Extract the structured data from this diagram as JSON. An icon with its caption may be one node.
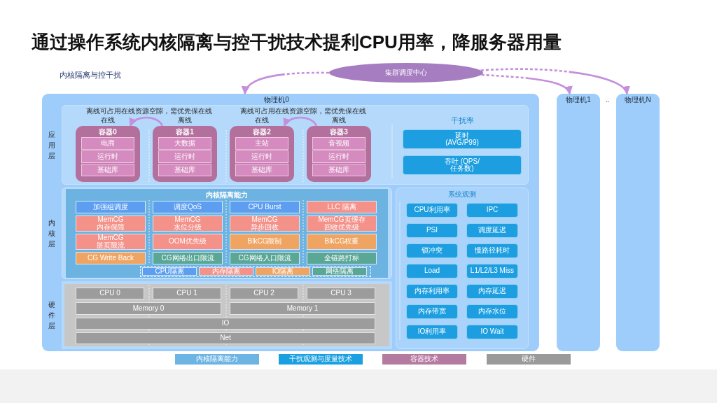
{
  "diagram": {
    "title": "通过操作系统内核隔离与控干扰技术提利CPU用率，降服务器用量",
    "nodes": [
      {
        "text": [
          "集群调度中心"
        ]
      },
      {
        "text": [
          "物理机0"
        ]
      },
      {
        "text": [
          "应用层"
        ],
        "in": 1
      },
      {
        "text": [
          "容器0"
        ],
        "beside": [
          "在线"
        ],
        "in": 2
      },
      {
        "text": [
          "电商"
        ],
        "in": 3
      },
      {
        "text": [
          "运行时"
        ],
        "in": 3
      },
      {
        "text": [
          "基础库"
        ],
        "in": 3
      },
      {
        "text": [
          "容器1"
        ],
        "beside": [
          "离线"
        ],
        "in": 2
      },
      {
        "text": [
          "大数据"
        ],
        "in": 7
      },
      {
        "text": [
          "运行时"
        ],
        "in": 7
      },
      {
        "text": [
          "基础库"
        ],
        "in": 7
      },
      {
        "text": [
          "容器2"
        ],
        "beside": [
          "在线"
        ],
        "in": 2
      },
      {
        "text": [
          "主站"
        ],
        "in": 11
      },
      {
        "text": [
          "运行时"
        ],
        "in": 11
      },
      {
        "text": [
          "基础库"
        ],
        "in": 11
      },
      {
        "text": [
          "容器3"
        ],
        "beside": [
          "离线"
        ],
        "in": 2
      },
      {
        "text": [
          "音视频"
        ],
        "in": 15
      },
      {
        "text": [
          "运行时"
        ],
        "in": 15
      },
      {
        "text": [
          "基础库"
        ],
        "in": 15
      },
      {
        "text": [
          "延时 (AVG/P99)"
        ],
        "in": 2
      },
      {
        "text": [
          "吞吐 (QPS/任务数)"
        ],
        "in": 2
      },
      {
        "text": [
          "内核层"
        ],
        "in": 1
      },
      {
        "text": [
          "内核隔离能力"
        ],
        "in": 21
      },
      {
        "text": [
          "加强组调度"
        ],
        "in": 22
      },
      {
        "text": [
          "调度QoS"
        ],
        "in": 22
      },
      {
        "text": [
          "CPU Burst"
        ],
        "in": 22
      },
      {
        "text": [
          "LLC 隔离"
        ],
        "in": 22
      },
      {
        "text": [
          "MemCG 内存保障"
        ],
        "in": 22
      },
      {
        "text": [
          "MemCG 水位分级"
        ],
        "in": 22
      },
      {
        "text": [
          "MemCG 异步回收"
        ],
        "in": 22
      },
      {
        "text": [
          "MemCG页缓存回收优先级"
        ],
        "in": 22
      },
      {
        "text": [
          "MemCG 脏页限流"
        ],
        "in": 22
      },
      {
        "text": [
          "OOM优先级"
        ],
        "in": 22
      },
      {
        "text": [
          "BlkCG限制"
        ],
        "in": 22
      },
      {
        "text": [
          "BlkCG权重"
        ],
        "in": 22
      },
      {
        "text": [
          "CG Write Back"
        ],
        "in": 22
      },
      {
        "text": [
          "CG网络出口限流"
        ],
        "in": 22
      },
      {
        "text": [
          "CG网络入口限流"
        ],
        "in": 22
      },
      {
        "text": [
          "全链路打标"
        ],
        "in": 22
      },
      {
        "text": [],
        "shape": "box",
        "in": 22
      },
      {
        "text": [
          "CPU隔离"
        ],
        "in": 39
      },
      {
        "text": [
          "内存隔离"
        ],
        "in": 39
      },
      {
        "text": [
          "IO隔离"
        ],
        "in": 39
      },
      {
        "text": [
          "网络隔离"
        ],
        "in": 39
      },
      {
        "text": [
          "硬件层"
        ],
        "in": 1
      },
      {
        "text": [
          "CPU 0"
        ],
        "in": 44
      },
      {
        "text": [
          "CPU 1"
        ],
        "in": 44
      },
      {
        "text": [
          "CPU 2"
        ],
        "in": 44
      },
      {
        "text": [
          "CPU 3"
        ],
        "in": 44
      },
      {
        "text": [
          "Memory 0"
        ],
        "in": 44
      },
      {
        "text": [
          "Memory 1"
        ],
        "in": 44
      },
      {
        "text": [
          "IO"
        ],
        "in": 44
      },
      {
        "text": [
          "Net"
        ],
        "in": 44
      },
      {
        "text": [
          "系统观测"
        ],
        "in": 1
      },
      {
        "text": [
          "CPU利用率"
        ],
        "in": 53
      },
      {
        "text": [
          "IPC"
        ],
        "in": 53
      },
      {
        "text": [
          "PSI"
        ],
        "in": 53
      },
      {
        "text": [
          "调度延迟"
        ],
        "in": 53
      },
      {
        "text": [
          "锁冲突"
        ],
        "in": 53
      },
      {
        "text": [
          "慢路径耗时"
        ],
        "in": 53
      },
      {
        "text": [
          "Load"
        ],
        "in": 53
      },
      {
        "text": [
          "L1/L2/L3 Miss"
        ],
        "in": 53
      },
      {
        "text": [
          "内存利用率"
        ],
        "in": 53
      },
      {
        "text": [
          "内存延迟"
        ],
        "in": 53
      },
      {
        "text": [
          "内存带宽"
        ],
        "in": 53
      },
      {
        "text": [
          "内存水位"
        ],
        "in": 53
      },
      {
        "text": [
          "IO利用率"
        ],
        "in": 53
      },
      {
        "text": [
          "IO Wait"
        ],
        "in": 53
      },
      {
        "text": [
          "物理机1"
        ]
      },
      {
        "text": [
          "物理机N"
        ]
      }
    ],
    "edges": [
      {
        "from": 0,
        "to": 1,
        "arrow": "to",
        "style": "dashed"
      },
      {
        "from": 0,
        "to": 68,
        "arrow": "to",
        "style": "dashed"
      },
      {
        "from": 0,
        "to": 69,
        "arrow": "to",
        "style": "dashed"
      },
      {
        "from": 7,
        "to": 3,
        "arrow": "to"
      },
      {
        "from": 15,
        "to": 11,
        "arrow": "to"
      }
    ],
    "labels": [
      "内核隔离与控干扰",
      "离线可占用在线资源空隙，需优先保在线",
      "离线可占用在线资源空隙，需优先保在线",
      "干扰率",
      ".."
    ],
    "legend": [
      {
        "text": "内核隔离能力",
        "color": "#6cb4e4"
      },
      {
        "text": "干扰观测与度量技术",
        "color": "#1aa0e0"
      },
      {
        "text": "容器技术",
        "color": "#b57aa0"
      },
      {
        "text": "硬件",
        "color": "#9a9a9a"
      }
    ]
  }
}
